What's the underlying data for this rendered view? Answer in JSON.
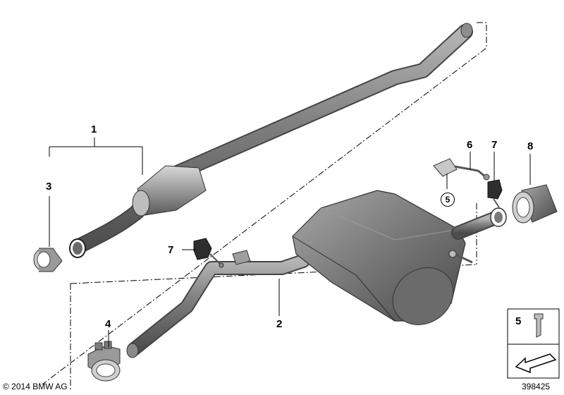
{
  "callouts": {
    "c1": "1",
    "c2": "2",
    "c3": "3",
    "c4": "4",
    "c5": "5",
    "c6": "6",
    "c7a": "7",
    "c7b": "7",
    "c8": "8"
  },
  "legend": {
    "number": "5"
  },
  "copyright": "© 2014 BMW AG",
  "image_number": "398425",
  "colors": {
    "pipe": "#6f6f6f",
    "pipe_light": "#a6a6a6",
    "muffler": "#7b7b7b",
    "line": "#000000"
  }
}
